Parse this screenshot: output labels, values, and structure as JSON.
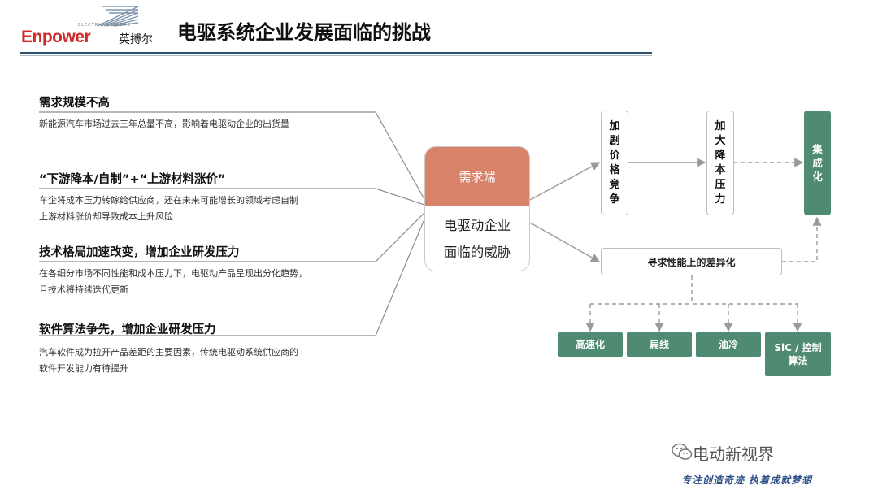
{
  "header": {
    "logo_text": "Enpower",
    "logo_cn": "英搏尔",
    "logo_tagline": "ELECTRIC SYSTEMS",
    "title": "电驱系统企业发展面临的挑战"
  },
  "issues": [
    {
      "title": "需求规模不高",
      "desc": [
        "新能源汽车市场过去三年总量不高，影响着电驱动企业的出货量"
      ]
    },
    {
      "title": "“下游降本/自制”+“上游材料涨价”",
      "desc": [
        "车企将成本压力转嫁给供应商，还在未来可能增长的领域考虑自制",
        "上游材料涨价却导致成本上升风险"
      ]
    },
    {
      "title": "技术格局加速改变，增加企业研发压力",
      "desc": [
        "在各细分市场不同性能和成本压力下，电驱动产品呈现出分化趋势，",
        "且技术将持续迭代更新"
      ]
    },
    {
      "title": "软件算法争先，增加企业研发压力",
      "desc": [
        "汽车软件成为拉开产品差距的主要因素，传统电驱动系统供应商的",
        "软件开发能力有待提升"
      ]
    }
  ],
  "center": {
    "head": "需求端",
    "body_line1": "电驱动企业",
    "body_line2": "面临的威胁"
  },
  "flow": {
    "box1": "加剧价格竞争",
    "box2": "加大降本压力",
    "box3": "集成化",
    "diff": "寻求性能上的差异化",
    "tags": [
      "高速化",
      "扁线",
      "油冷",
      "SiC / 控制算法"
    ]
  },
  "watermark": {
    "brand": "电动新视界",
    "slogan": "专注创造奇迹 执着成就梦想"
  },
  "colors": {
    "accent_orange": "#d9826a",
    "accent_green": "#4f8a73",
    "rule": "#2f4f6f"
  }
}
